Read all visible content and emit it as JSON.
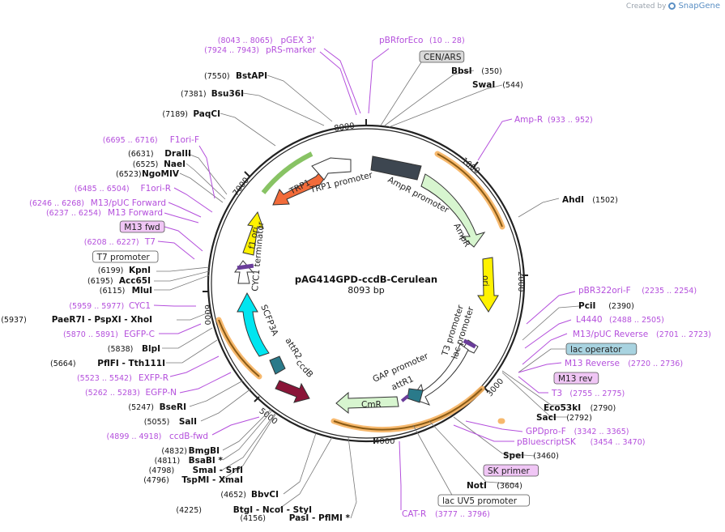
{
  "brand": {
    "prefix": "Created by",
    "name": "SnapGene"
  },
  "plasmid": {
    "name": "pAG414GPD-ccdB-Cerulean",
    "size": "8093 bp"
  },
  "ticks": [
    "1000",
    "2000",
    "3000",
    "4000",
    "5000",
    "6000",
    "7000",
    "8000"
  ],
  "features": [
    {
      "label": "AmpR promoter"
    },
    {
      "label": "AmpR"
    },
    {
      "label": "ori"
    },
    {
      "label": "T3 promoter"
    },
    {
      "label": "lac promoter"
    },
    {
      "label": "GAP promoter"
    },
    {
      "label": "attR1"
    },
    {
      "label": "CmR"
    },
    {
      "label": "ccdB"
    },
    {
      "label": "attR2"
    },
    {
      "label": "SCFP3A"
    },
    {
      "label": "CYC1 terminator"
    },
    {
      "label": "f1 ori"
    },
    {
      "label": "TRP1"
    },
    {
      "label": "TRP1 promoter"
    }
  ],
  "right_labels": [
    {
      "name": "CEN/ARS",
      "pos": "",
      "style": "box-gray"
    },
    {
      "name": "BbsI",
      "pos": "(350)",
      "style": "enzyme"
    },
    {
      "name": "SwaI",
      "pos": "(544)",
      "style": "enzyme"
    },
    {
      "name": "Amp-R",
      "pos": "(933 .. 952)",
      "style": "primer"
    },
    {
      "name": "AhdI",
      "pos": "(1502)",
      "style": "enzyme"
    },
    {
      "name": "pBR322ori-F",
      "pos": "(2235 .. 2254)",
      "style": "primer"
    },
    {
      "name": "PciI",
      "pos": "(2390)",
      "style": "enzyme"
    },
    {
      "name": "L4440",
      "pos": "(2488 .. 2505)",
      "style": "primer"
    },
    {
      "name": "M13/pUC Reverse",
      "pos": "(2701 .. 2723)",
      "style": "primer"
    },
    {
      "name": "lac operator",
      "pos": "",
      "style": "box-blue"
    },
    {
      "name": "M13 Reverse",
      "pos": "(2720 .. 2736)",
      "style": "primer"
    },
    {
      "name": "M13 rev",
      "pos": "",
      "style": "box-purple"
    },
    {
      "name": "T3",
      "pos": "(2755 .. 2775)",
      "style": "primer"
    },
    {
      "name": "Eco53kI",
      "pos": "(2790)",
      "style": "enzyme"
    },
    {
      "name": "SacI",
      "pos": "(2792)",
      "style": "enzyme"
    },
    {
      "name": "GPDpro-F",
      "pos": "(3342 .. 3365)",
      "style": "primer"
    },
    {
      "name": "pBluescriptSK",
      "pos": "(3454 .. 3470)",
      "style": "primer"
    },
    {
      "name": "SpeI",
      "pos": "(3460)",
      "style": "enzyme"
    },
    {
      "name": "SK primer",
      "pos": "",
      "style": "box-purple"
    },
    {
      "name": "NotI",
      "pos": "(3604)",
      "style": "enzyme"
    },
    {
      "name": "lac UV5 promoter",
      "pos": "",
      "style": "box-white"
    },
    {
      "name": "CAT-R",
      "pos": "(3777 .. 3796)",
      "style": "primer"
    }
  ],
  "top_labels": [
    {
      "name": "pGEX 3'",
      "pos": "(8043 .. 8065)",
      "style": "primer"
    },
    {
      "name": "pBRforEco",
      "pos": "(10 .. 28)",
      "style": "primer"
    },
    {
      "name": "pRS-marker",
      "pos": "(7924 .. 7943)",
      "style": "primer"
    }
  ],
  "left_labels": [
    {
      "name": "BstAPI",
      "pos": "(7550)",
      "style": "enzyme"
    },
    {
      "name": "Bsu36I",
      "pos": "(7381)",
      "style": "enzyme"
    },
    {
      "name": "PaqCI",
      "pos": "(7189)",
      "style": "enzyme"
    },
    {
      "name": "F1ori-F",
      "pos": "(6695 .. 6716)",
      "style": "primer"
    },
    {
      "name": "DraIII",
      "pos": "(6631)",
      "style": "enzyme"
    },
    {
      "name": "NaeI",
      "pos": "(6525)",
      "style": "enzyme"
    },
    {
      "name": "NgoMIV",
      "pos": "(6523)",
      "style": "enzyme"
    },
    {
      "name": "F1ori-R",
      "pos": "(6485 .. 6504)",
      "style": "primer"
    },
    {
      "name": "M13/pUC Forward",
      "pos": "(6246 .. 6268)",
      "style": "primer"
    },
    {
      "name": "M13 Forward",
      "pos": "(6237 .. 6254)",
      "style": "primer"
    },
    {
      "name": "M13 fwd",
      "pos": "",
      "style": "box-purple"
    },
    {
      "name": "T7",
      "pos": "(6208 .. 6227)",
      "style": "primer"
    },
    {
      "name": "T7 promoter",
      "pos": "",
      "style": "box-white"
    },
    {
      "name": "KpnI",
      "pos": "(6199)",
      "style": "enzyme"
    },
    {
      "name": "Acc65I",
      "pos": "(6195)",
      "style": "enzyme"
    },
    {
      "name": "MluI",
      "pos": "(6115)",
      "style": "enzyme"
    },
    {
      "name": "CYC1",
      "pos": "(5959 .. 5977)",
      "style": "primer"
    },
    {
      "name": "PaeR7I  - PspXI  - XhoI",
      "pos": "(5937)",
      "style": "enzyme"
    },
    {
      "name": "EGFP-C",
      "pos": "(5870 .. 5891)",
      "style": "primer"
    },
    {
      "name": "BlpI",
      "pos": "(5838)",
      "style": "enzyme"
    },
    {
      "name": "PflFI  - Tth111I",
      "pos": "(5664)",
      "style": "enzyme"
    },
    {
      "name": "EXFP-R",
      "pos": "(5523 .. 5542)",
      "style": "primer"
    },
    {
      "name": "EGFP-N",
      "pos": "(5262 .. 5283)",
      "style": "primer"
    },
    {
      "name": "BseRI",
      "pos": "(5247)",
      "style": "enzyme"
    },
    {
      "name": "SalI",
      "pos": "(5055)",
      "style": "enzyme"
    },
    {
      "name": "ccdB-fwd",
      "pos": "(4899 .. 4918)",
      "style": "primer"
    },
    {
      "name": "BmgBI",
      "pos": "(4832)",
      "style": "enzyme"
    },
    {
      "name": "BsaBI *",
      "pos": "(4811)",
      "style": "enzyme"
    },
    {
      "name": "SmaI  - SrfI",
      "pos": "(4798)",
      "style": "enzyme"
    },
    {
      "name": "TspMI  - XmaI",
      "pos": "(4796)",
      "style": "enzyme"
    },
    {
      "name": "BbvCI",
      "pos": "(4652)",
      "style": "enzyme"
    },
    {
      "name": "BtgI  - NcoI  - StyI",
      "pos": "(4225)",
      "style": "enzyme"
    },
    {
      "name": "PasI  - PflMI *",
      "pos": "(4156)",
      "style": "enzyme"
    }
  ]
}
